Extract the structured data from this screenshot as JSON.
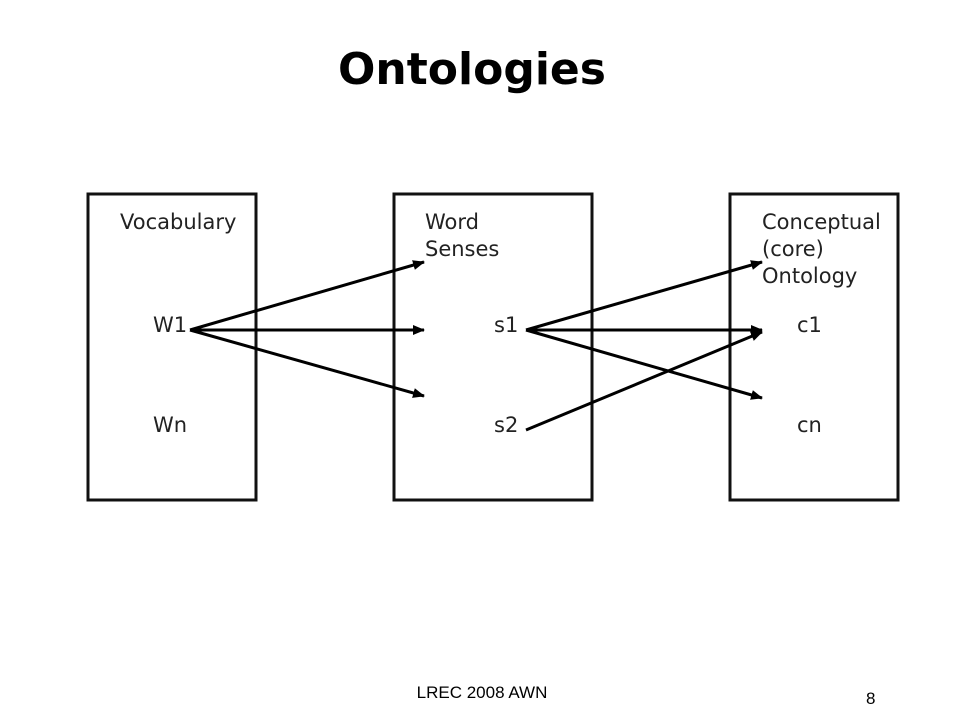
{
  "slide": {
    "title": "Ontologies",
    "footer": "LREC 2008 AWN",
    "page_number": "8"
  },
  "diagram": {
    "boxes": [
      {
        "id": "vocabulary",
        "heading": [
          "Vocabulary"
        ],
        "items": [
          "W1",
          "Wn"
        ]
      },
      {
        "id": "word-senses",
        "heading": [
          "Word",
          "Senses"
        ],
        "items": [
          "s1",
          "s2"
        ]
      },
      {
        "id": "ontology",
        "heading": [
          "Conceptual",
          "(core)",
          "Ontology"
        ],
        "items": [
          "c1",
          "cn"
        ]
      }
    ],
    "arrows": [
      {
        "from": "W1",
        "to": "word-senses-heading"
      },
      {
        "from": "W1",
        "to": "s1"
      },
      {
        "from": "W1",
        "to": "s2"
      },
      {
        "from": "s1",
        "to": "ontology-heading"
      },
      {
        "from": "s1",
        "to": "c1"
      },
      {
        "from": "s1",
        "to": "cn"
      },
      {
        "from": "s2",
        "to": "c1"
      }
    ]
  }
}
